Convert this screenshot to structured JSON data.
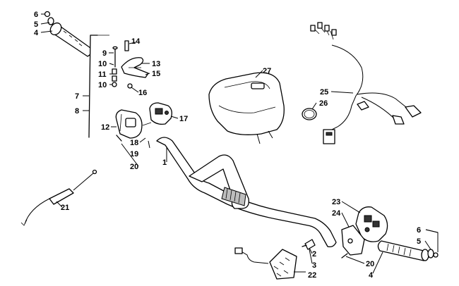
{
  "labels": {
    "l1": "1",
    "l2": "2",
    "l3": "3",
    "l4a": "4",
    "l4b": "4",
    "l5a": "5",
    "l5b": "5",
    "l6a": "6",
    "l6b": "6",
    "l7": "7",
    "l8": "8",
    "l9": "9",
    "l10a": "10",
    "l10b": "10",
    "l11": "11",
    "l12": "12",
    "l13": "13",
    "l14": "14",
    "l15": "15",
    "l16": "16",
    "l17": "17",
    "l18": "18",
    "l19": "19",
    "l20a": "20",
    "l20b": "20",
    "l21": "21",
    "l22": "22",
    "l23": "23",
    "l24": "24",
    "l25": "25",
    "l26": "26",
    "l27": "27"
  }
}
